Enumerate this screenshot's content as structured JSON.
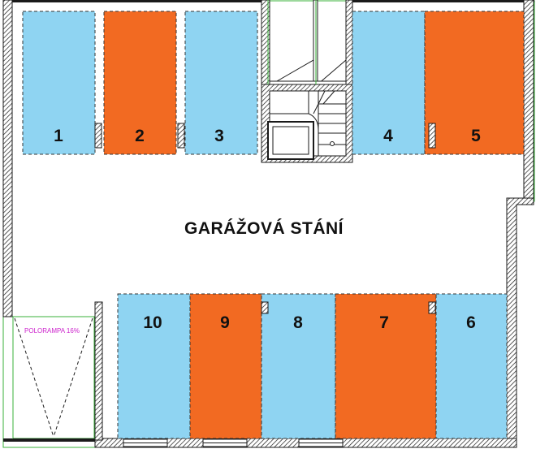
{
  "plan": {
    "title": "GARÁŽOVÁ STÁNÍ",
    "ramp_label": "POLORAMPA 16%",
    "colors": {
      "blue": "#8fd4f2",
      "orange": "#f26a22",
      "wall": "#1a1a1a",
      "outline": "#38b038",
      "ramp_text": "#cc22cc"
    },
    "stalls": [
      {
        "id": "stall-1",
        "label": "1",
        "color": "blue"
      },
      {
        "id": "stall-2",
        "label": "2",
        "color": "orange"
      },
      {
        "id": "stall-3",
        "label": "3",
        "color": "blue"
      },
      {
        "id": "stall-4",
        "label": "4",
        "color": "blue"
      },
      {
        "id": "stall-5",
        "label": "5",
        "color": "orange"
      },
      {
        "id": "stall-6",
        "label": "6",
        "color": "blue"
      },
      {
        "id": "stall-7",
        "label": "7",
        "color": "orange"
      },
      {
        "id": "stall-8",
        "label": "8",
        "color": "blue"
      },
      {
        "id": "stall-9",
        "label": "9",
        "color": "orange"
      },
      {
        "id": "stall-10",
        "label": "10",
        "color": "blue"
      }
    ]
  }
}
